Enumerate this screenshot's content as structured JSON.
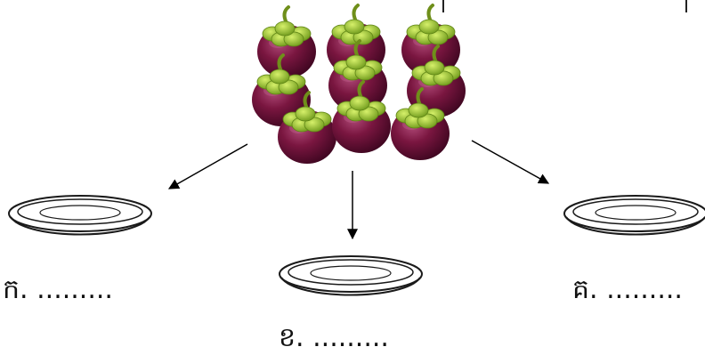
{
  "labels": {
    "plate_a": "ក. .........",
    "plate_b": "ខ. .........",
    "plate_c": "គ. ........."
  },
  "fruit": {
    "name": "mangosteen",
    "count": 9,
    "body_color": "#6b1036",
    "calyx_color": "#8fbf2a"
  },
  "plates": {
    "count": 3,
    "line_color": "#1a1a1a"
  },
  "arrows": {
    "count": 3,
    "color": "#000000"
  }
}
